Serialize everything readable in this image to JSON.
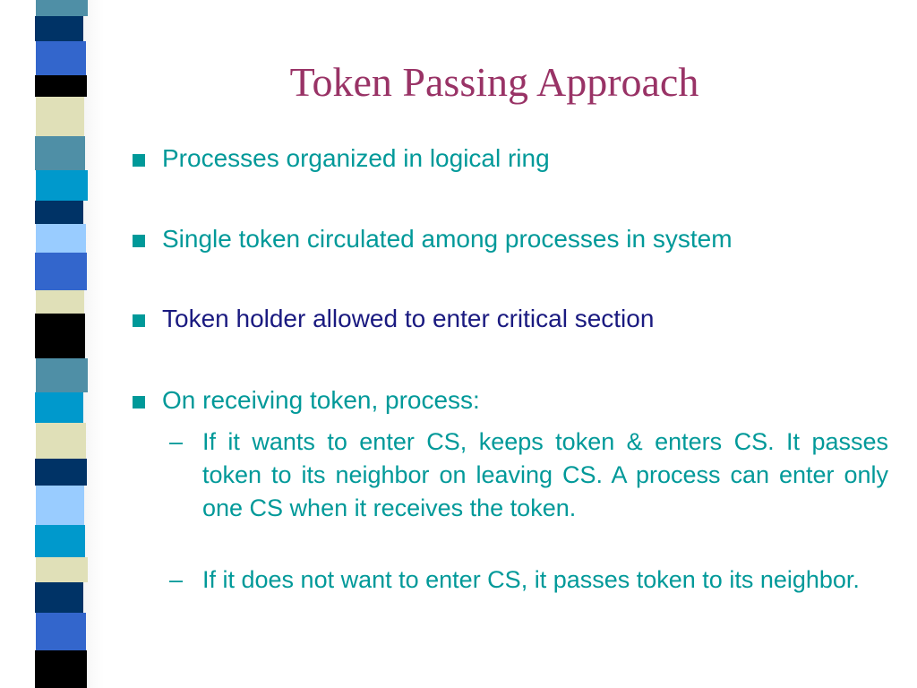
{
  "slide": {
    "title": "Token Passing Approach",
    "title_color": "#993366",
    "text_color": "#009999",
    "highlight_color": "#1a1a80",
    "bullet_color": "#009999",
    "bullet_shape": "square",
    "dash_char": "–",
    "bullets": [
      {
        "text": "Processes organized in logical ring",
        "highlighted": false
      },
      {
        "text": "Single token circulated among processes in system",
        "highlighted": false
      },
      {
        "text": "Token holder allowed to enter critical section",
        "highlighted": true
      },
      {
        "text": "On receiving token, process:",
        "highlighted": false
      }
    ],
    "sub_bullets": [
      {
        "text": "If it wants to enter CS, keeps token & enters CS. It passes token to its neighbor on leaving CS. A process can enter only one CS when it receives the token."
      },
      {
        "text": "If it does not want to enter CS, it passes token to its neighbor."
      }
    ]
  },
  "decoration": {
    "stripe_colors": {
      "teal": "#4f8fa6",
      "navy": "#003366",
      "royal": "#3366cc",
      "black": "#000000",
      "cream": "#e0e0b8",
      "cyan": "#0099cc",
      "sky": "#99ccff"
    }
  }
}
